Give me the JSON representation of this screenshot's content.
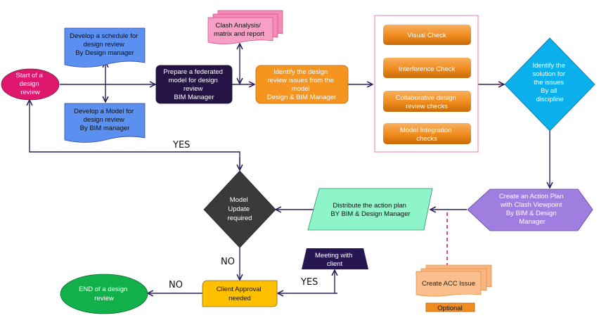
{
  "colors": {
    "connector": "#2e1f5e",
    "start": "#e0186d",
    "doc_blue": "#5b8ff0",
    "federated": "#261447",
    "orange": "#f5941f",
    "clash_pink": "#f58cb8",
    "check_box_border": "#e77bb7",
    "diamond_blue": "#0ab0ec",
    "hexagon": "#9f7ee0",
    "parallelogram": "#8df5c9",
    "diamond_dark": "#3a3a3a",
    "client_approval": "#ffc000",
    "meeting": "#281653",
    "end": "#11b04a",
    "acc_issue": "#f9b580",
    "optional": "#f08b1f",
    "dashed": "#e0186d"
  },
  "nodes": {
    "start": {
      "lines": [
        "Start of a",
        "design",
        "review"
      ]
    },
    "schedule_doc": {
      "lines": [
        "Develop a schedule for",
        "design review",
        "By Design manager"
      ]
    },
    "model_doc": {
      "lines": [
        "Develop a Model for",
        "design review",
        "By BIM manager"
      ]
    },
    "federated": {
      "lines": [
        "Prepare a federated",
        "model for design",
        "review",
        "BIM Manager"
      ]
    },
    "clash": {
      "lines": [
        "Clash Analysis/",
        "matrix and report"
      ]
    },
    "identify_issues": {
      "lines": [
        "Identify the design",
        "review issues from the",
        "model",
        "Design & BIM Manager"
      ]
    },
    "checks": [
      {
        "lines": [
          "Visual Check"
        ]
      },
      {
        "lines": [
          "Interference Check"
        ]
      },
      {
        "lines": [
          "Collaborative design",
          "review checks"
        ]
      },
      {
        "lines": [
          "Model Integration",
          "checks"
        ]
      }
    ],
    "solution": {
      "lines": [
        "Identify the",
        "solution for",
        "the issues",
        "By all",
        "discipline"
      ]
    },
    "action_plan": {
      "lines": [
        "Create an Action Plan",
        "with Clash Viewpoint",
        "By BIM & Design",
        "Manager"
      ]
    },
    "distribute": {
      "lines": [
        "Distribute the action plan",
        "BY BIM & Design Manager"
      ]
    },
    "model_update": {
      "lines": [
        "Model",
        "Update",
        "required"
      ]
    },
    "client_approval": {
      "lines": [
        "Client Approval",
        "needed"
      ]
    },
    "meeting": {
      "lines": [
        "Meeting with",
        "client"
      ]
    },
    "end": {
      "lines": [
        "END of a design",
        "review"
      ]
    },
    "acc_issue": {
      "lines": [
        "Create ACC Issue"
      ]
    },
    "optional": {
      "lines": [
        "Optional"
      ]
    }
  },
  "edge_labels": {
    "yes_loop": "YES",
    "no_down": "NO",
    "no_end": "NO",
    "yes_meeting": "YES"
  }
}
